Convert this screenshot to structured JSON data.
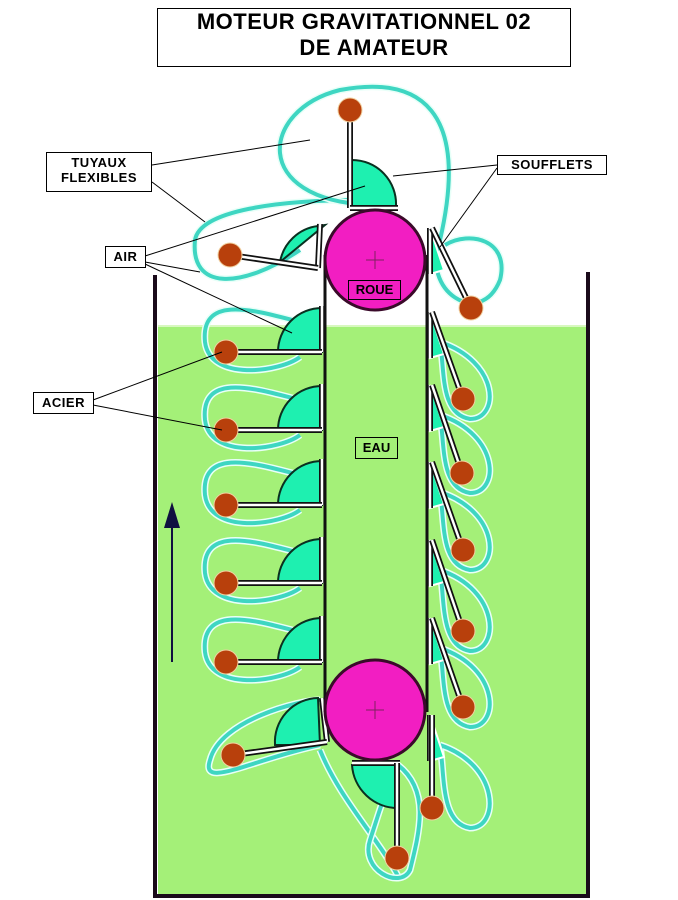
{
  "title": {
    "line1": "MOTEUR GRAVITATIONNEL 02",
    "line2": "DE AMATEUR"
  },
  "labels": {
    "tuyaux": "TUYAUX",
    "flexibles": "FLEXIBLES",
    "air": "AIR",
    "acier": "ACIER",
    "soufflets": "SOUFFLETS",
    "roue": "ROUE",
    "eau": "EAU"
  },
  "colors": {
    "water": "#a4f078",
    "wheel": "#f21ec2",
    "bellows": "#1ef0b0",
    "hose": "#3ed6c2",
    "steel_ball": "#b8400c",
    "tank": "#1a0a1a"
  }
}
